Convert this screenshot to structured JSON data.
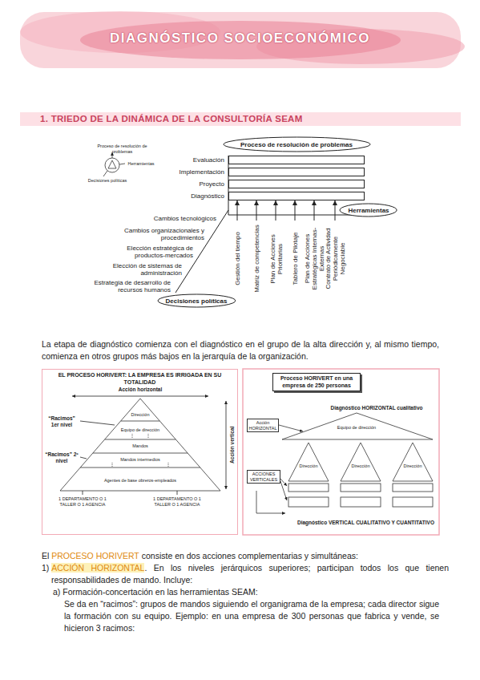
{
  "diagram": {
    "title": "DIAGNÓSTICO SOCIOECONÓMICO",
    "nodes": [
      {
        "text": [
          "1. TRIEDO DE LA DINÁMICA DE LA CONSULTORÍA SEAM"
        ]
      },
      {
        "text": [
          "Proceso de resolución de problemas"
        ]
      },
      {
        "text": [
          "Evaluación"
        ]
      },
      {
        "text": [
          "Implementación"
        ]
      },
      {
        "text": [
          "Proyecto"
        ]
      },
      {
        "text": [
          "Diagnóstico"
        ]
      },
      {
        "text": [
          "Herramientas"
        ]
      },
      {
        "text": [
          "Gestión del tiempo"
        ]
      },
      {
        "text": [
          "Matriz de competencias"
        ]
      },
      {
        "text": [
          "Plan de Acciones Prioritarias"
        ]
      },
      {
        "text": [
          "Tablero de Pilotaje"
        ]
      },
      {
        "text": [
          "Plan de Acciones Estratégicas Internas-Externas"
        ]
      },
      {
        "text": [
          "Contrato de Actividad Periódicamente Negociable"
        ]
      },
      {
        "text": [
          "Decisiones políticas"
        ]
      },
      {
        "text": [
          "EL PROCESO HORIVERT: LA EMPRESA ES IRRIGADA EN SU TOTALIDAD"
        ]
      },
      {
        "text": [
          "Proceso HORIVERT en una empresa de 250 personas"
        ]
      }
    ],
    "edges": [
      {
        "from": 7,
        "to": 5,
        "arrow": "to"
      },
      {
        "from": 8,
        "to": 5,
        "arrow": "to"
      },
      {
        "from": 9,
        "to": 5,
        "arrow": "to"
      },
      {
        "from": 10,
        "to": 5,
        "arrow": "to"
      },
      {
        "from": 11,
        "to": 5,
        "arrow": "to"
      },
      {
        "from": 12,
        "to": 5,
        "arrow": "to"
      }
    ],
    "labels": [
      "Proceso de resolución de problemas",
      "Herramientas",
      "Decisiones políticas",
      "Cambios tecnológicos",
      "Cambios organizacionales y procedimientos",
      "Elección estratégica de productos-mercados",
      "Elección de sistemas de administración",
      "Estrategia de desarrollo de recursos humanos",
      "La etapa de diagnóstico comienza con el diagnóstico en el grupo de la alta dirección y, al mismo tiempo, comienza en otros grupos más bajos en la jerarquía de la organización.",
      "Acción horizontal",
      "“Racimos” 1er nivel",
      "“Racimos” 2º nivel",
      "Dirección",
      "Equipo de dirección",
      "Mandos",
      "Mandos intermedios",
      "Agentes de base obreros-empleados",
      "Acción vertical",
      "1 DEPARTAMENTO O 1 TALLER O 1 AGENCIA",
      "1 DEPARTAMENTO O 1 TALLER O 1 AGENCIA",
      "Diagnóstico HORIZONTAL cualitativo",
      "Acción HORIZONTAL",
      "Equipo de dirección",
      "Dirección",
      "Dirección",
      "Dirección",
      "ACCIONES VERTICALES",
      "Diagnóstico VERTICAL CUALITATIVO Y CUANTITATIVO",
      "El",
      "PROCESO HORIVERT",
      "consiste en dos acciones complementarias y simultáneas:",
      "1)",
      "ACCIÓN HORIZONTAL",
      ". En los niveles jerárquicos superiores; participan todos los que tienen responsabilidades de mando. Incluye:",
      "a)",
      "Formación-concertación en las herramientas SEAM:",
      "Se da en “racimos”: grupos de mandos siguiendo el organigrama de la empresa; cada director sigue la formación con su equipo. Ejemplo: en una empresa de 300 personas que fabrica y vende, se hicieron 3 racimos:"
    ]
  }
}
